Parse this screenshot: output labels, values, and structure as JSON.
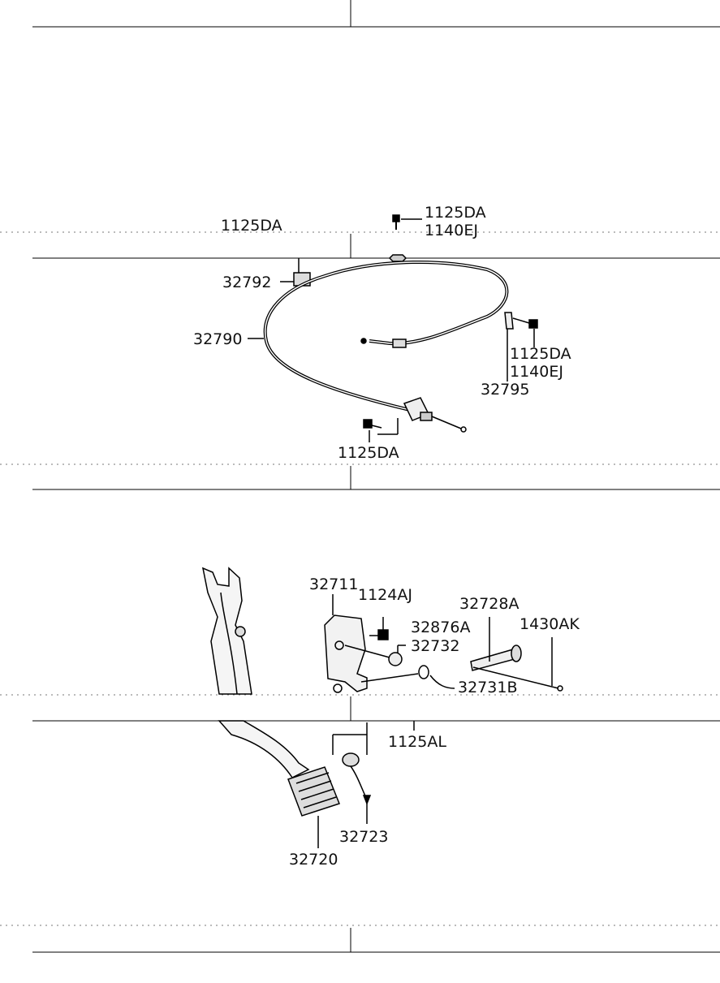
{
  "diagram": {
    "labels": {
      "top_1125DA_right": "1125DA",
      "top_1140EJ_right": "1140EJ",
      "top_1125DA_left": "1125DA",
      "bracket_32792": "32792",
      "cable_32790": "32790",
      "clip_1125DA": "1125DA",
      "clip_1140EJ": "1140EJ",
      "clip_32795": "32795",
      "bottom_1125DA": "1125DA",
      "bracket_32711": "32711",
      "nut_1124AJ": "1124AJ",
      "pin_32728A": "32728A",
      "bushing_32876A": "32876A",
      "stopper_32732": "32732",
      "cotter_1430AK": "1430AK",
      "washer_32731B": "32731B",
      "bolt_1125AL": "1125AL",
      "spring_32723": "32723",
      "pedal_32720": "32720"
    }
  }
}
